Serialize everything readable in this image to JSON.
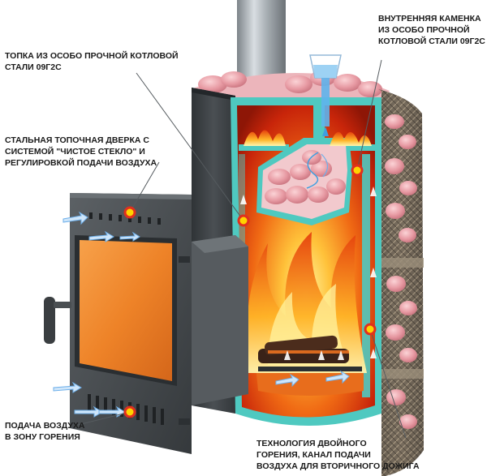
{
  "callouts": {
    "firebox_material": {
      "lines": [
        "ТОПКА ИЗ ОСОБО ПРОЧНОЙ КОТЛОВОЙ",
        "СТАЛИ 09Г2С"
      ]
    },
    "inner_heater": {
      "lines": [
        "ВНУТРЕННЯЯ КАМЕНКА",
        "ИЗ ОСОБО ПРОЧНОЙ",
        "КОТЛОВОЙ СТАЛИ 09Г2С"
      ]
    },
    "steel_door": {
      "lines": [
        "СТАЛЬНАЯ ТОПОЧНАЯ ДВЕРКА С",
        "СИСТЕМОЙ \"ЧИСТОЕ СТЕКЛО\" И",
        "РЕГУЛИРОВКОЙ ПОДАЧИ ВОЗДУХА"
      ]
    },
    "air_supply": {
      "lines": [
        "ПОДАЧА ВОЗДУХА",
        "В ЗОНУ ГОРЕНИЯ"
      ]
    },
    "double_combustion": {
      "lines": [
        "ТЕХНОЛОГИЯ ДВОЙНОГО",
        "ГОРЕНИЯ, КАНАЛ ПОДАЧИ",
        "ВОЗДУХА ДЛЯ ВТОРИЧНОГО ДОЖИГА"
      ]
    }
  },
  "colors": {
    "steel_dark": "#3d4144",
    "steel_mid": "#5a5f63",
    "steel_light": "#8a9094",
    "insulation_teal": "#4fc9c0",
    "glass_orange": "#f08a2a",
    "fire_red": "#d8300c",
    "fire_yellow": "#ffd23a",
    "stone_pink": "#e8a0a8",
    "marker_red": "#e0301e",
    "marker_yellow": "#ffd400",
    "airflow_blue": "#6fb0ea",
    "water_blue": "#3f9fe0"
  },
  "icons": [
    "pointer-dot-icon",
    "airflow-arrow-icon",
    "water-cup-icon",
    "chimney-pipe-icon"
  ]
}
